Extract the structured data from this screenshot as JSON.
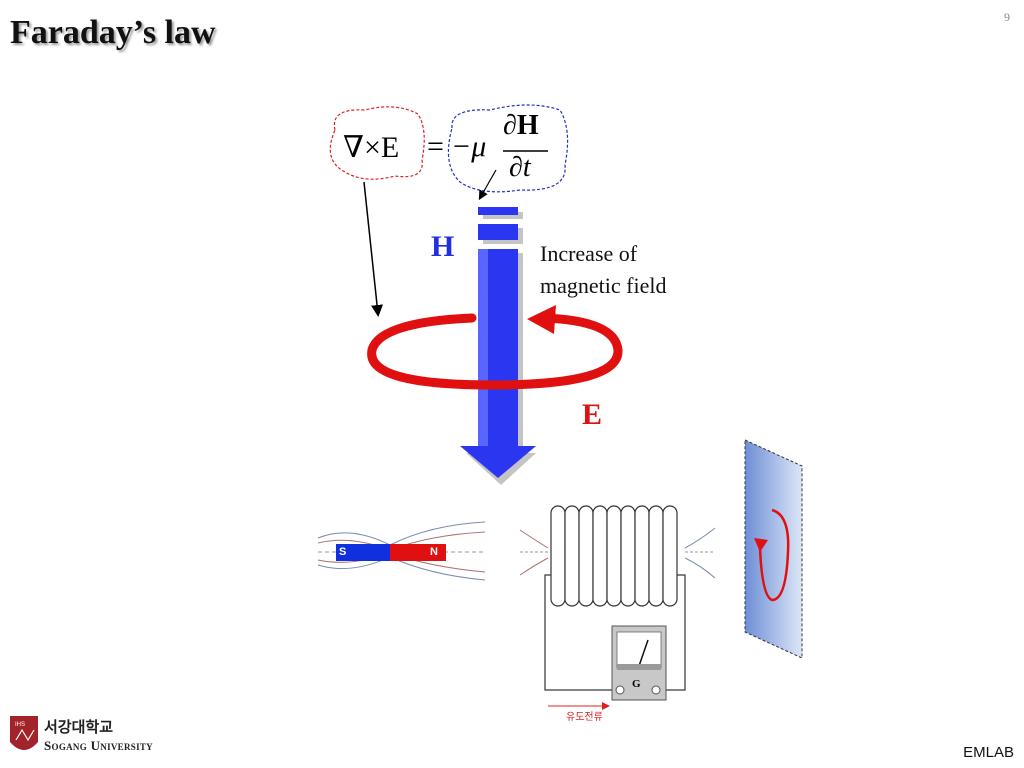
{
  "slide": {
    "title": "Faraday’s law",
    "page_number": "9"
  },
  "equation": {
    "curl": "∇×E",
    "equals": "=",
    "rhs_prefix": "−μ",
    "numerator": "∂H",
    "denominator": "∂t"
  },
  "figure": {
    "h_label": "H",
    "e_label": "E",
    "increase_text": "Increase of magnetic field",
    "h_arrow_color": "#2b36f0",
    "e_loop_color": "#e01010"
  },
  "induction": {
    "magnet_s": "S",
    "magnet_n": "N",
    "meter_label": "G",
    "current_label": "유도전류"
  },
  "footer": {
    "logo_korean": "서강대학교",
    "logo_english": "Sogang University",
    "lab": "EMLAB"
  }
}
